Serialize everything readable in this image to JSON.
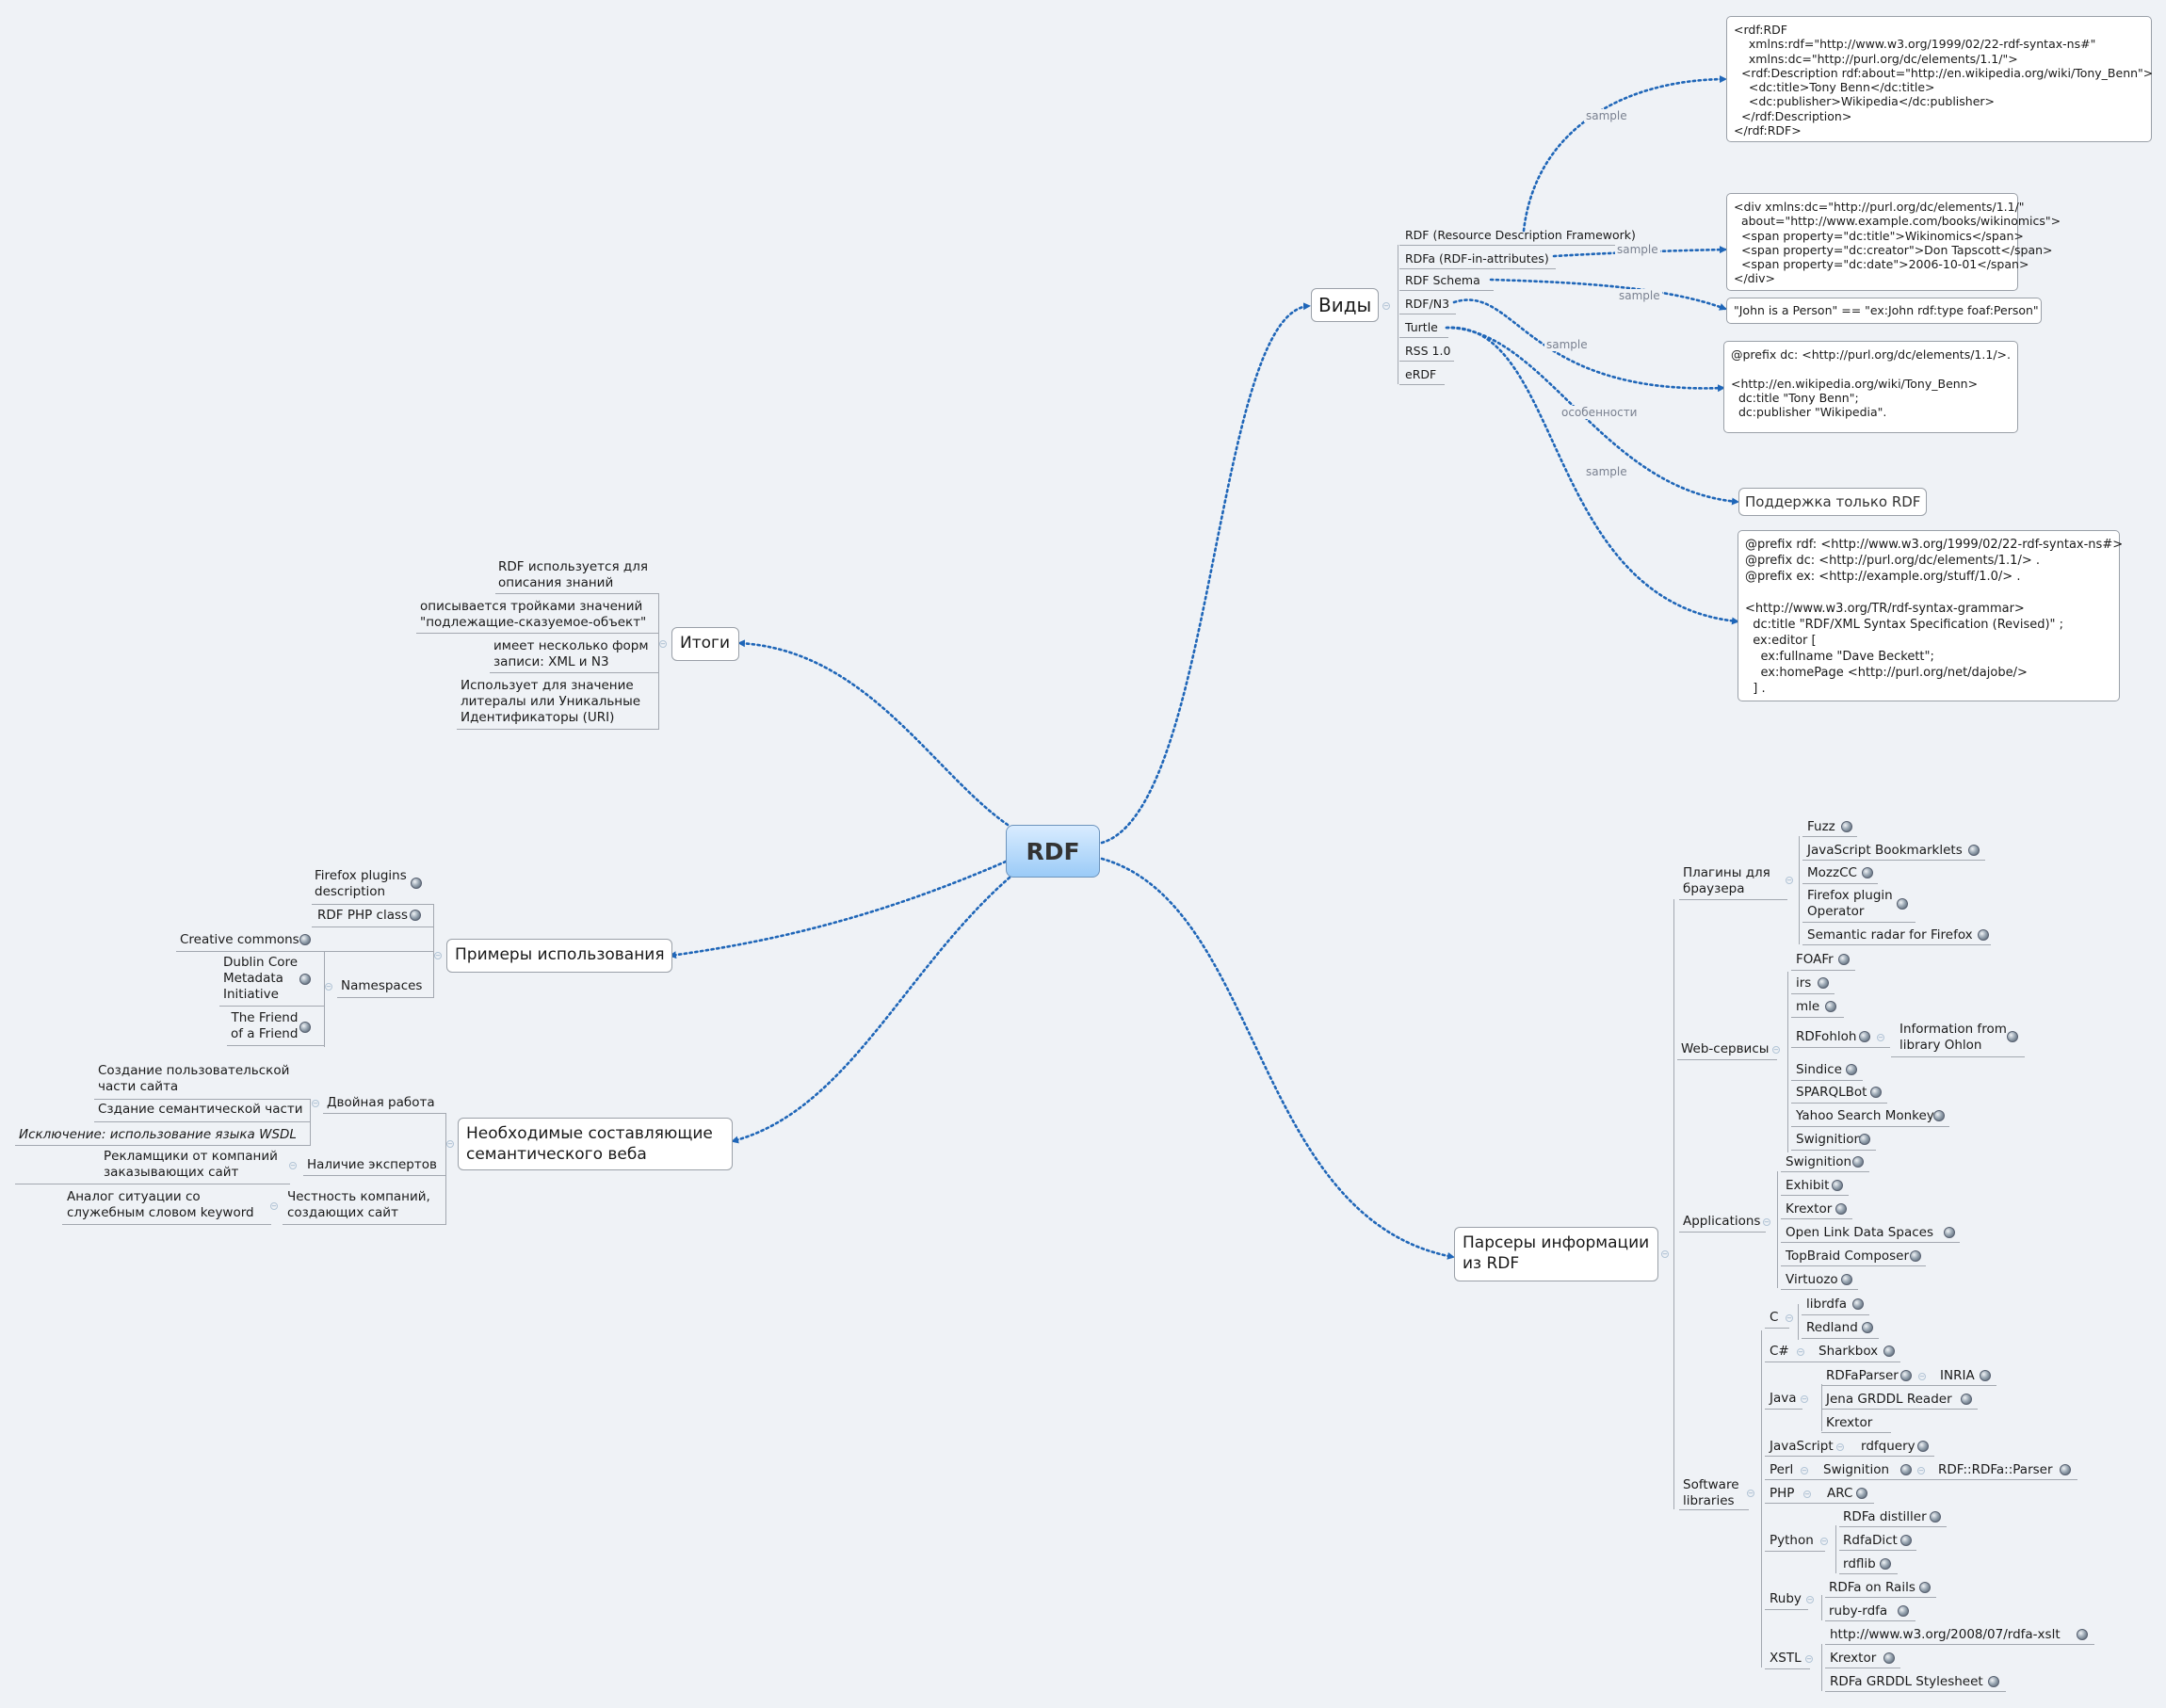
{
  "central": "RDF",
  "vidy": {
    "title": "Виды",
    "items": [
      "RDF (Resource Description Framework)",
      "RDFa (RDF-in-attributes)",
      "RDF Schema",
      "RDF/N3",
      "Turtle",
      "RSS 1.0",
      "eRDF"
    ],
    "labels": {
      "sample": "sample",
      "features": "особенности"
    },
    "code": {
      "rdf": "<rdf:RDF\n    xmlns:rdf=\"http://www.w3.org/1999/02/22-rdf-syntax-ns#\"\n    xmlns:dc=\"http://purl.org/dc/elements/1.1/\">\n  <rdf:Description rdf:about=\"http://en.wikipedia.org/wiki/Tony_Benn\">\n    <dc:title>Tony Benn</dc:title>\n    <dc:publisher>Wikipedia</dc:publisher>\n  </rdf:Description>\n</rdf:RDF>",
      "rdfa": "<div xmlns:dc=\"http://purl.org/dc/elements/1.1/\"\n  about=\"http://www.example.com/books/wikinomics\">\n  <span property=\"dc:title\">Wikinomics</span>\n  <span property=\"dc:creator\">Don Tapscott</span>\n  <span property=\"dc:date\">2006-10-01</span>\n</div>",
      "schema": "\"John is a Person\" == \"ex:John rdf:type foaf:Person\"",
      "n3": "@prefix dc: <http://purl.org/dc/elements/1.1/>.\n\n<http://en.wikipedia.org/wiki/Tony_Benn>\n  dc:title \"Tony Benn\";\n  dc:publisher \"Wikipedia\".",
      "turtle_feature": "Поддержка только RDF",
      "turtle": "@prefix rdf: <http://www.w3.org/1999/02/22-rdf-syntax-ns#>\n@prefix dc: <http://purl.org/dc/elements/1.1/> .\n@prefix ex: <http://example.org/stuff/1.0/> .\n\n<http://www.w3.org/TR/rdf-syntax-grammar>\n  dc:title \"RDF/XML Syntax Specification (Revised)\" ;\n  ex:editor [\n    ex:fullname \"Dave Beckett\";\n    ex:homePage <http://purl.org/net/dajobe/>\n  ] ."
    }
  },
  "itogi": {
    "title": "Итоги",
    "items": [
      "RDF используется для\nописания знаний",
      "описывается тройками значений\n\"подлежащие-сказуемое-объект\"",
      "имеет несколько форм\nзаписи: XML и N3",
      "Использует для значение\nлитералы или Уникальные\nИдентификаторы (URI)"
    ]
  },
  "primery": {
    "title": "Примеры использования",
    "firefox": "Firefox plugins\ndescription",
    "php": "RDF PHP class",
    "cc": "Creative commons",
    "namespaces": "Namespaces",
    "dublin": "Dublin Core\nMetadata\nInitiative",
    "foaf": "The Friend\nof a Friend"
  },
  "neobh": {
    "title": "Необходимые составляющие\nсемантического веба",
    "double": "Двойная работа",
    "user_part": "Создание пользовательской\nчасти сайта",
    "sem_part": "Сздание семантической части",
    "exception": "Исключение: использование языка WSDL",
    "experts": "Наличие экспертов",
    "advertisers": "Рекламщики от компаний\nзаказывающих сайт",
    "honesty": "Честность компаний,\nсоздающих сайт",
    "analog": "Аналог ситуации со\nслужебным словом keyword"
  },
  "parsers": {
    "title": "Парсеры информации\nиз RDF",
    "plugins": "Плагины для\nбраузера",
    "plugins_items": [
      "Fuzz",
      "JavaScript Bookmarklets",
      "MozzCC",
      "Firefox plugin\nOperator",
      "Semantic radar for Firefox"
    ],
    "web": "Web-сервисы",
    "web_items": [
      "FOAFr",
      "irs",
      "mle",
      "RDFohloh",
      "Sindice",
      "SPARQLBot",
      "Yahoo Search Monkey",
      "Swignition"
    ],
    "ohloh_child": "Information from\nlibrary Ohlon",
    "apps": "Applications",
    "apps_items": [
      "Swignition",
      "Exhibit",
      "Krextor",
      "Open Link Data Spaces",
      "TopBraid Composer",
      "Virtuozo"
    ],
    "libs": "Software\nlibraries",
    "lang": {
      "c": "C",
      "cs": "C#",
      "java": "Java",
      "js": "JavaScript",
      "perl": "Perl",
      "php": "PHP",
      "python": "Python",
      "ruby": "Ruby",
      "xstl": "XSTL"
    },
    "lib": {
      "librdfa": "librdfa",
      "redland": "Redland",
      "sharkbox": "Sharkbox",
      "rdfaparser": "RDFaParser",
      "inria": "INRIA",
      "jena": "Jena GRDDL Reader",
      "krextor": "Krextor",
      "rdfquery": "rdfquery",
      "swignition": "Swignition",
      "rdfa_parser": "RDF::RDFa::Parser",
      "arc": "ARC",
      "distiller": "RDFa distiller",
      "rdfadict": "RdfaDict",
      "rdflib": "rdflib",
      "rails": "RDFa on Rails",
      "rubyrdfa": "ruby-rdfa",
      "xslt_url": "http://www.w3.org/2008/07/rdfa-xslt",
      "krextor2": "Krextor",
      "grddl": "RDFa GRDDL Stylesheet"
    }
  }
}
